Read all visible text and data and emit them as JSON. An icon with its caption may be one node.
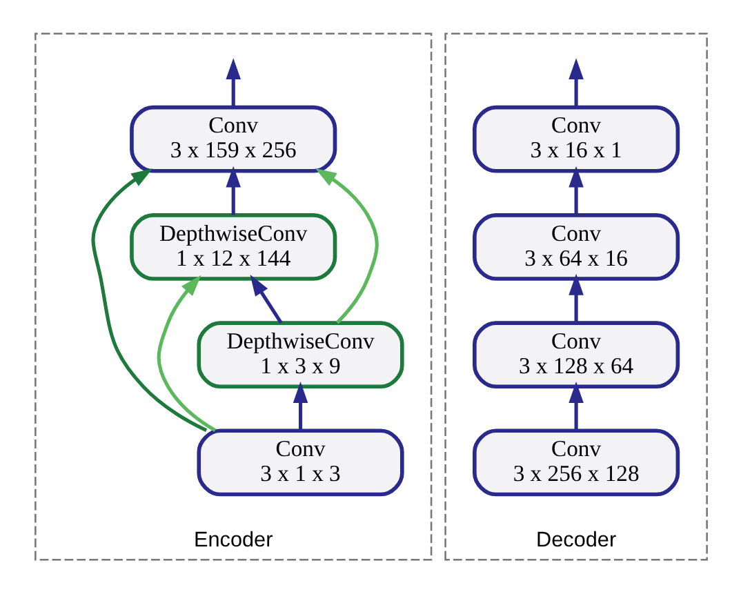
{
  "diagram": {
    "nodes": [
      {
        "text": [
          "Encoder"
        ]
      },
      {
        "text": [
          "Conv",
          "3 x 159 x 256"
        ],
        "in": 0
      },
      {
        "text": [
          "DepthwiseConv",
          "1 x 12 x 144"
        ],
        "in": 0
      },
      {
        "text": [
          "DepthwiseConv",
          "1 x 3 x 9"
        ],
        "in": 0
      },
      {
        "text": [
          "Conv",
          "3 x 1 x 3"
        ],
        "in": 0
      },
      {
        "text": [
          "Decoder"
        ]
      },
      {
        "text": [
          "Conv",
          "3 x 16 x 1"
        ],
        "in": 5
      },
      {
        "text": [
          "Conv",
          "3 x 64 x 16"
        ],
        "in": 5
      },
      {
        "text": [
          "Conv",
          "3 x 128 x 64"
        ],
        "in": 5
      },
      {
        "text": [
          "Conv",
          "3 x 256 x 128"
        ],
        "in": 5
      }
    ],
    "edges": [
      {
        "from": 4,
        "to": 3,
        "arrow": "to"
      },
      {
        "from": 3,
        "to": 2,
        "arrow": "to"
      },
      {
        "from": 2,
        "to": 1,
        "arrow": "to"
      },
      {
        "from": 1,
        "to": null,
        "arrow": "to"
      },
      {
        "from": 4,
        "to": 2,
        "arrow": "to",
        "color": "#5cb85c"
      },
      {
        "from": 3,
        "to": 1,
        "arrow": "to",
        "color": "#5cb85c"
      },
      {
        "from": 4,
        "to": 1,
        "arrow": "to",
        "color": "#1e7a3c"
      },
      {
        "from": 9,
        "to": 8,
        "arrow": "to"
      },
      {
        "from": 8,
        "to": 7,
        "arrow": "to"
      },
      {
        "from": 7,
        "to": 6,
        "arrow": "to"
      },
      {
        "from": 6,
        "to": null,
        "arrow": "to"
      }
    ]
  }
}
